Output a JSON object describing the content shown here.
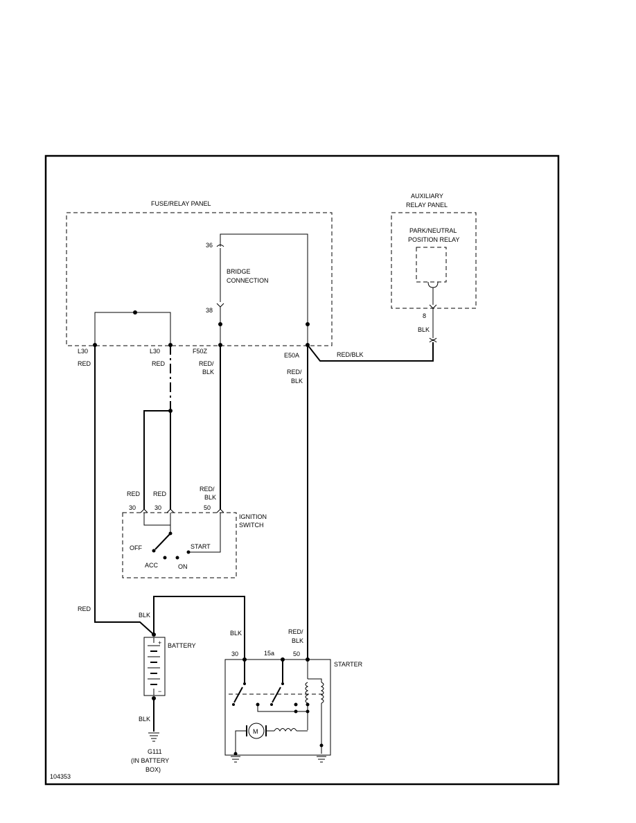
{
  "panels": {
    "fuse_relay_panel": "FUSE/RELAY PANEL",
    "aux_relay_panel_line1": "AUXILIARY",
    "aux_relay_panel_line2": "RELAY PANEL",
    "pn_relay_line1": "PARK/NEUTRAL",
    "pn_relay_line2": "POSITION RELAY",
    "bridge_line1": "BRIDGE",
    "bridge_line2": "CONNECTION"
  },
  "terminals": {
    "t36": "36",
    "t38": "38",
    "t8": "8",
    "l30_left": "L30",
    "l30_right": "L30",
    "f50z": "F50Z",
    "e50a": "E50A",
    "sw30a": "30",
    "sw30b": "30",
    "sw50": "50",
    "st30": "30",
    "st15a": "15a",
    "st50": "50"
  },
  "wires": {
    "red_l30_left": "RED",
    "red_l30_right": "RED",
    "f50z_line1": "RED/",
    "f50z_line2": "BLK",
    "e50a_line1": "RED/",
    "e50a_line2": "BLK",
    "red_blk_relay": "RED/BLK",
    "blk_relay": "BLK",
    "sw_red_a": "RED",
    "sw_red_b": "RED",
    "sw_redblk_line1": "RED/",
    "sw_redblk_line2": "BLK",
    "red_batt": "RED",
    "blk_batt_top": "BLK",
    "blk_starter30": "BLK",
    "st50_line1": "RED/",
    "st50_line2": "BLK",
    "blk_ground": "BLK"
  },
  "components": {
    "ignition_line1": "IGNITION",
    "ignition_line2": "SWITCH",
    "off": "OFF",
    "acc": "ACC",
    "on": "ON",
    "start": "START",
    "battery": "BATTERY",
    "battery_plus": "+",
    "battery_minus": "−",
    "starter": "STARTER",
    "motor": "M"
  },
  "ground": {
    "id": "G111",
    "note_line1": "(IN BATTERY",
    "note_line2": "BOX)"
  },
  "figure_number": "104353"
}
